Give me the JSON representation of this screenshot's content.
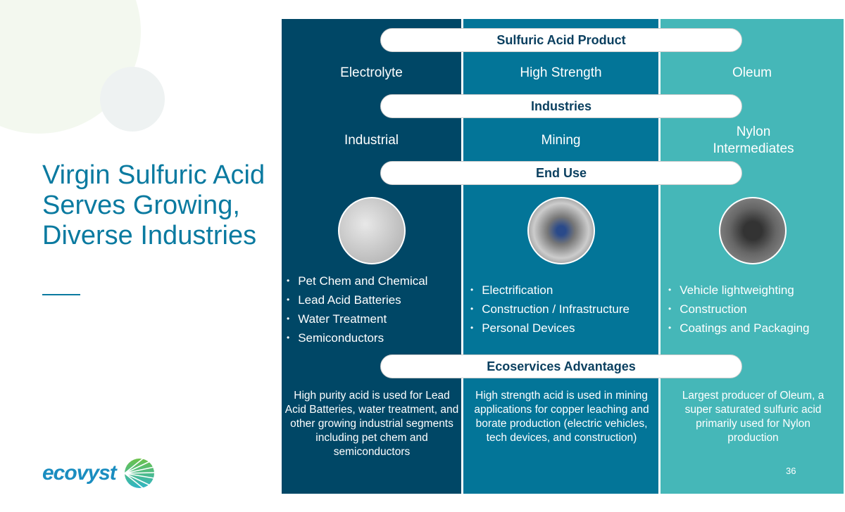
{
  "title": "Virgin Sulfuric Acid Serves Growing, Diverse Industries",
  "sections": {
    "product": "Sulfuric Acid Product",
    "industries": "Industries",
    "end_use": "End Use",
    "advantages": "Ecoservices Advantages"
  },
  "columns": [
    {
      "product": "Electrolyte",
      "industry": "Industrial",
      "image": "pvc-pipes",
      "bullets": [
        "Pet Chem and Chemical",
        "Lead Acid Batteries",
        "Water Treatment",
        "Semiconductors"
      ],
      "desc": "High purity acid is used for Lead Acid Batteries, water treatment, and other growing industrial segments including pet chem and semiconductors",
      "color": "#004766"
    },
    {
      "product": "High Strength",
      "industry": "Mining",
      "image": "electric-motor",
      "bullets": [
        "Electrification",
        "Construction / Infrastructure",
        "Personal Devices"
      ],
      "desc": "High strength acid is used in mining applications for copper leaching and borate production (electric vehicles, tech devices, and construction)",
      "color": "#037598"
    },
    {
      "product": "Oleum",
      "industry": "Nylon Intermediates",
      "image": "car-engine",
      "bullets": [
        "Vehicle lightweighting",
        "Construction",
        "Coatings and Packaging"
      ],
      "desc": "Largest producer of Oleum, a super saturated sulfuric acid primarily used for Nylon production",
      "color": "#45b7b8"
    }
  ],
  "page_number": "36",
  "logo": "ecovyst"
}
